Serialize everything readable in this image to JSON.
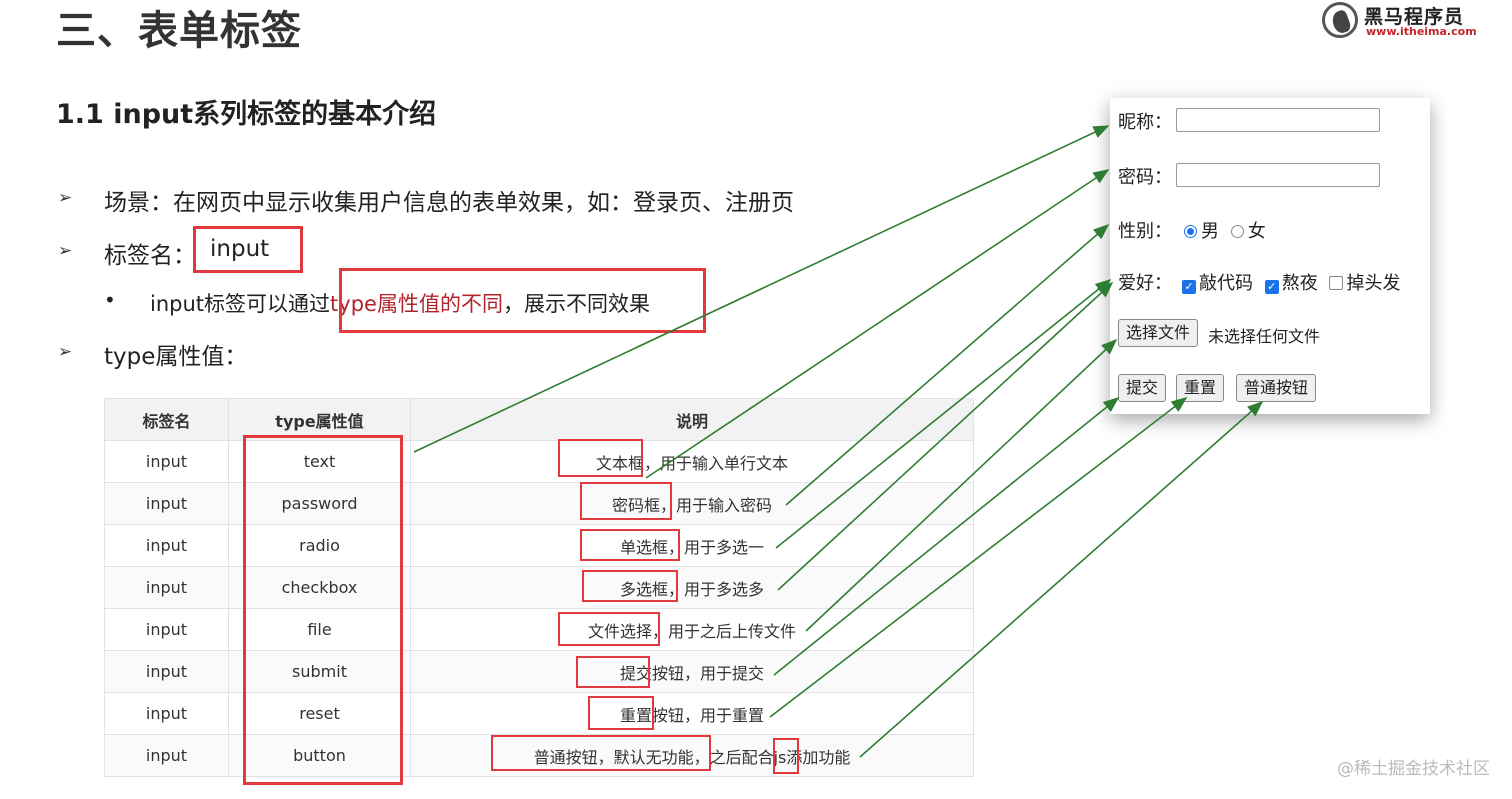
{
  "header": {
    "title": "三、表单标签",
    "logo_name": "黑马程序员",
    "logo_url": "www.itheima.com"
  },
  "section_title": "1.1 input系列标签的基本介绍",
  "bullets": {
    "scene": "场景：在网页中显示收集用户信息的表单效果，如：登录页、注册页",
    "tag_label": "标签名：",
    "tag_value": "input",
    "sub_prefix": "input标签可以通过",
    "sub_highlight": "type属性值的不同",
    "sub_suffix": "，展示不同效果",
    "type_label": "type属性值："
  },
  "table": {
    "headers": [
      "标签名",
      "type属性值",
      "说明"
    ],
    "rows": [
      {
        "tag": "input",
        "type": "text",
        "desc": "文本框，用于输入单行文本"
      },
      {
        "tag": "input",
        "type": "password",
        "desc": "密码框，用于输入密码"
      },
      {
        "tag": "input",
        "type": "radio",
        "desc": "单选框，用于多选一"
      },
      {
        "tag": "input",
        "type": "checkbox",
        "desc": "多选框，用于多选多"
      },
      {
        "tag": "input",
        "type": "file",
        "desc": "文件选择，用于之后上传文件"
      },
      {
        "tag": "input",
        "type": "submit",
        "desc": "提交按钮，用于提交"
      },
      {
        "tag": "input",
        "type": "reset",
        "desc": "重置按钮，用于重置"
      },
      {
        "tag": "input",
        "type": "button",
        "desc": "普通按钮，默认无功能，之后配合js添加功能"
      }
    ]
  },
  "demo_form": {
    "nickname_label": "昵称：",
    "password_label": "密码：",
    "gender_label": "性别：",
    "gender_options": [
      "男",
      "女"
    ],
    "gender_selected": "男",
    "hobby_label": "爱好：",
    "hobbies": [
      {
        "label": "敲代码",
        "checked": true
      },
      {
        "label": "熬夜",
        "checked": true
      },
      {
        "label": "掉头发",
        "checked": false
      }
    ],
    "file_button": "选择文件",
    "file_status": "未选择任何文件",
    "submit_button": "提交",
    "reset_button": "重置",
    "normal_button": "普通按钮"
  },
  "watermark": "@稀土掘金技术社区",
  "colors": {
    "highlight_box": "#e03a3e",
    "highlight_text": "#b0242a",
    "arrow": "#2e7d32",
    "accent": "#1a73e8"
  }
}
